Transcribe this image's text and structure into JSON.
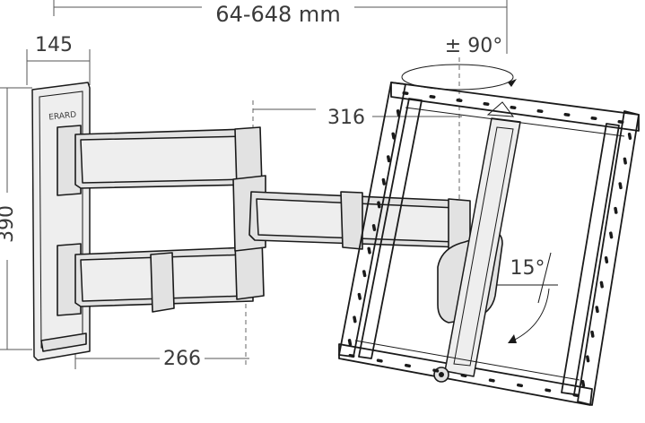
{
  "dimensions": {
    "distance_range": "64-648 mm",
    "plate_width": "145",
    "plate_height": "390",
    "arm_offset": "316",
    "lower_arm": "266"
  },
  "rotation": {
    "swivel": "± 90°",
    "tilt": "15°"
  },
  "brand": {
    "label": "ERARD"
  }
}
